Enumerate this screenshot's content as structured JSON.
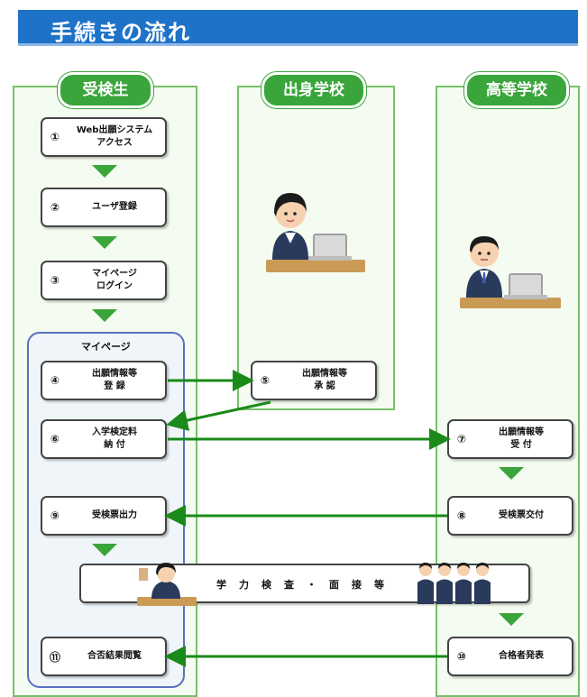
{
  "title": "手続きの流れ",
  "columns": {
    "student": "受検生",
    "middle_school": "出身学校",
    "high_school": "高等学校"
  },
  "mypage_label": "マイページ",
  "steps": {
    "s1": {
      "num": "①",
      "label": "Web出願システム\nアクセス"
    },
    "s2": {
      "num": "②",
      "label": "ユーザ登録"
    },
    "s3": {
      "num": "③",
      "label": "マイページ\nログイン"
    },
    "s4": {
      "num": "④",
      "label": "出願情報等\n登 録"
    },
    "s5": {
      "num": "⑤",
      "label": "出願情報等\n承 認"
    },
    "s6": {
      "num": "⑥",
      "label": "入学検定料\n納 付"
    },
    "s7": {
      "num": "⑦",
      "label": "出願情報等\n受 付"
    },
    "s8": {
      "num": "⑧",
      "label": "受検票交付"
    },
    "s9": {
      "num": "⑨",
      "label": "受検票出力"
    },
    "s10": {
      "num": "⑩",
      "label": "合格者発表"
    },
    "s11": {
      "num": "⑪",
      "label": "合否結果閲覧"
    }
  },
  "exam": "学力検査・面接等",
  "colors": {
    "title_bg": "#1e73c8",
    "green": "#3aa53a",
    "mypage_border": "#5b6fc0"
  },
  "icons": [
    "teacher-woman-icon",
    "teacher-man-icon",
    "student-girl-icon",
    "students-group-icon"
  ]
}
